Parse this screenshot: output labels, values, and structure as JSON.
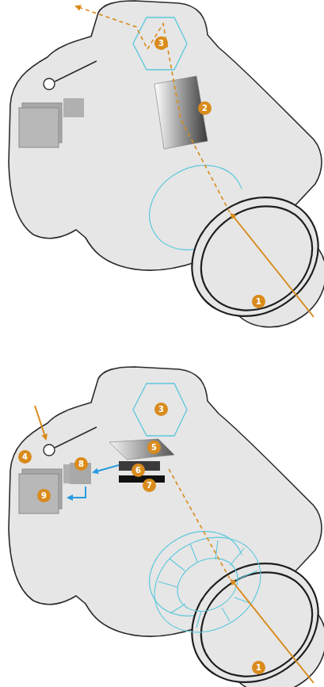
{
  "diagram": {
    "labels": [
      "3",
      "2",
      "1",
      "3",
      "4",
      "8",
      "5",
      "6",
      "7",
      "9",
      "1"
    ]
  }
}
